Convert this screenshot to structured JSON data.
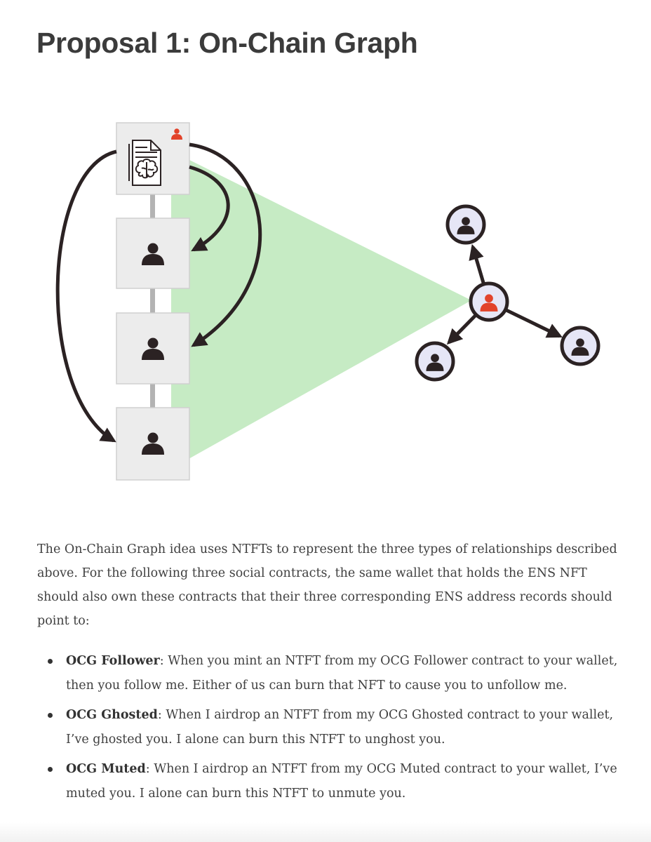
{
  "title": "Proposal 1: On-Chain Graph",
  "intro": "The On-Chain Graph idea uses NTFTs to represent the three types of relationships described above. For the following three social contracts, the same wallet that holds the ENS NFT should also own these contracts that their three corresponding ENS address records should point to:",
  "bullets": [
    {
      "term": "OCG Follower",
      "text": ": When you mint an NTFT from my OCG Follower contract to your wallet, then you follow me. Either of us can burn that NFT to cause you to unfollow me."
    },
    {
      "term": "OCG Ghosted",
      "text": ": When I airdrop an NTFT from my OCG Ghosted contract to your wallet, I’ve ghosted you. I alone can burn this NTFT to unghost you."
    },
    {
      "term": "OCG Muted",
      "text": ": When I airdrop an NTFT from my OCG Muted contract to your wallet, I’ve muted you. I alone can burn this NTFT to unmute you."
    }
  ],
  "diagram": {
    "icons": {
      "document": "document-brain-icon",
      "person": "person-icon",
      "owner_badge": "owner-person-icon"
    },
    "colors": {
      "cone": "#c6ebc4",
      "owner": "#e2432a",
      "node_fill": "#e6e6f6",
      "dark": "#2b2223",
      "box_fill": "#ececec"
    }
  }
}
